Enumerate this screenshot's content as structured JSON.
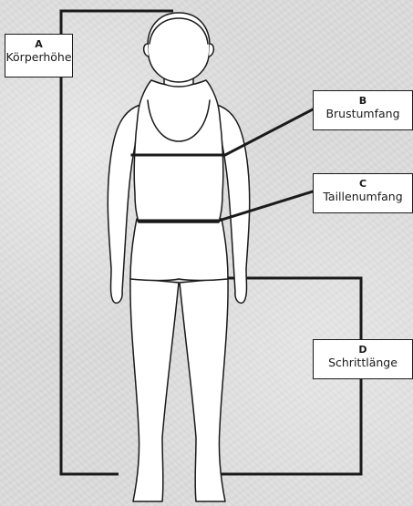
{
  "measurements": [
    {
      "letter": "A",
      "label": "Körperhöhe"
    },
    {
      "letter": "B",
      "label": "Brustumfang"
    },
    {
      "letter": "C",
      "label": "Taillenumfang"
    },
    {
      "letter": "D",
      "label": "Schrittlänge"
    }
  ],
  "colors": {
    "line": "#1a1a1a",
    "figure_fill": "#ffffff",
    "label_fill": "#ffffff",
    "background": "#dcdcdc"
  }
}
